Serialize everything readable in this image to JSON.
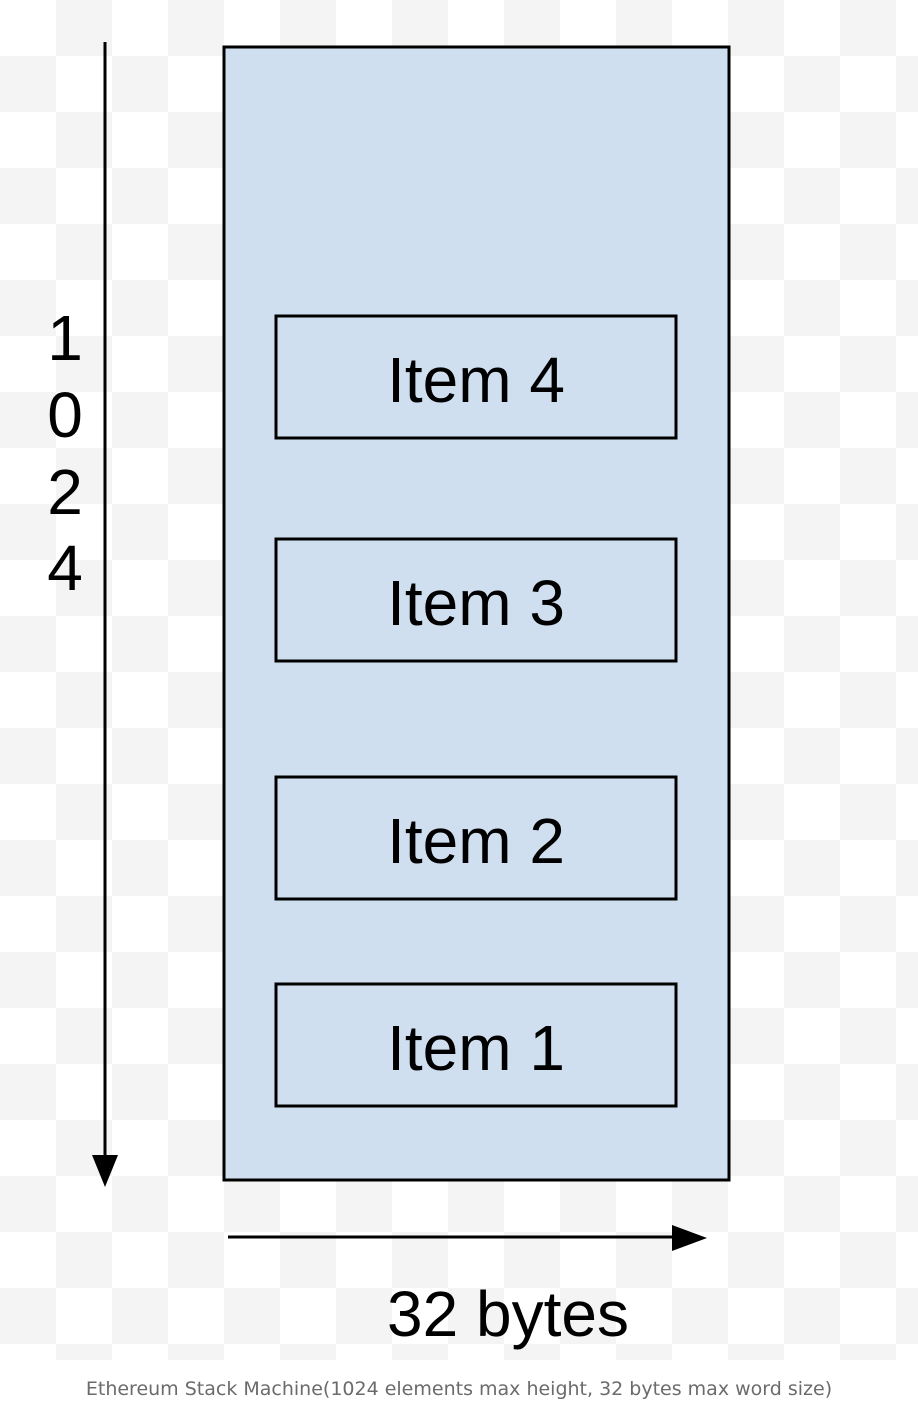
{
  "diagram": {
    "stack_items": [
      {
        "label": "Item 4"
      },
      {
        "label": "Item 3"
      },
      {
        "label": "Item 2"
      },
      {
        "label": "Item 1"
      }
    ],
    "height_label_chars": [
      "1",
      "0",
      "2",
      "4"
    ],
    "width_label": "32 bytes",
    "colors": {
      "stack_fill": "#d0dff0",
      "stroke": "#000000"
    }
  },
  "caption": "Ethereum Stack Machine(1024 elements max height, 32 bytes max word size)"
}
